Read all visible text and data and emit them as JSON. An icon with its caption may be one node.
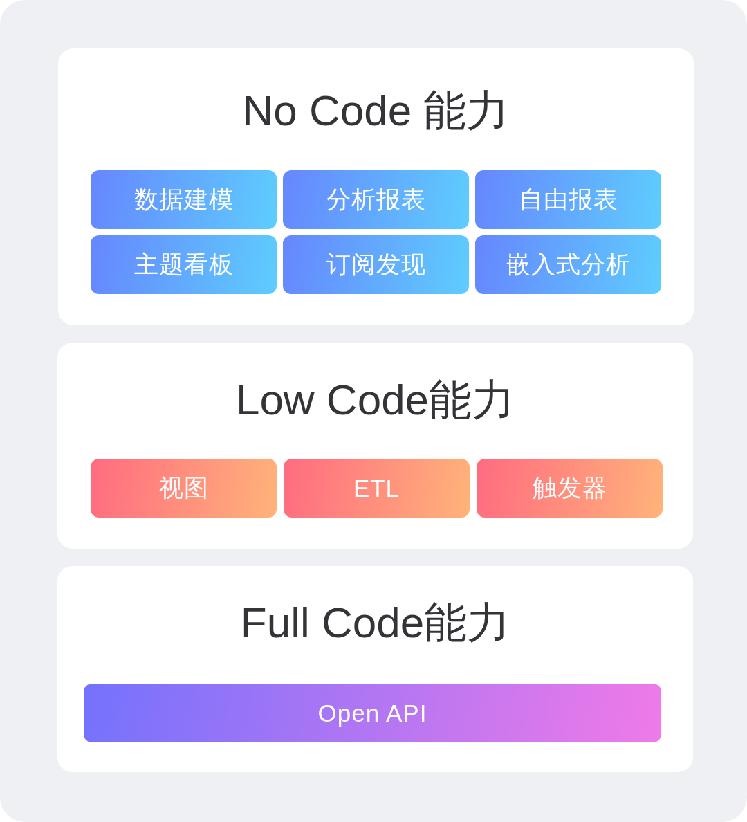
{
  "diagram": {
    "nodes": [
      {
        "text": [
          "No Code 能力"
        ]
      },
      {
        "text": [
          "数据建模"
        ],
        "in": 0
      },
      {
        "text": [
          "分析报表"
        ],
        "in": 0
      },
      {
        "text": [
          "自由报表"
        ],
        "in": 0
      },
      {
        "text": [
          "主题看板"
        ],
        "in": 0
      },
      {
        "text": [
          "订阅发现"
        ],
        "in": 0
      },
      {
        "text": [
          "嵌入式分析"
        ],
        "in": 0
      },
      {
        "text": [
          "Low Code能力"
        ]
      },
      {
        "text": [
          "视图"
        ],
        "in": 7
      },
      {
        "text": [
          "ETL"
        ],
        "in": 7
      },
      {
        "text": [
          "触发器"
        ],
        "in": 7
      },
      {
        "text": [
          "Full Code能力"
        ]
      },
      {
        "text": [
          "Open API"
        ],
        "in": 11
      }
    ]
  }
}
